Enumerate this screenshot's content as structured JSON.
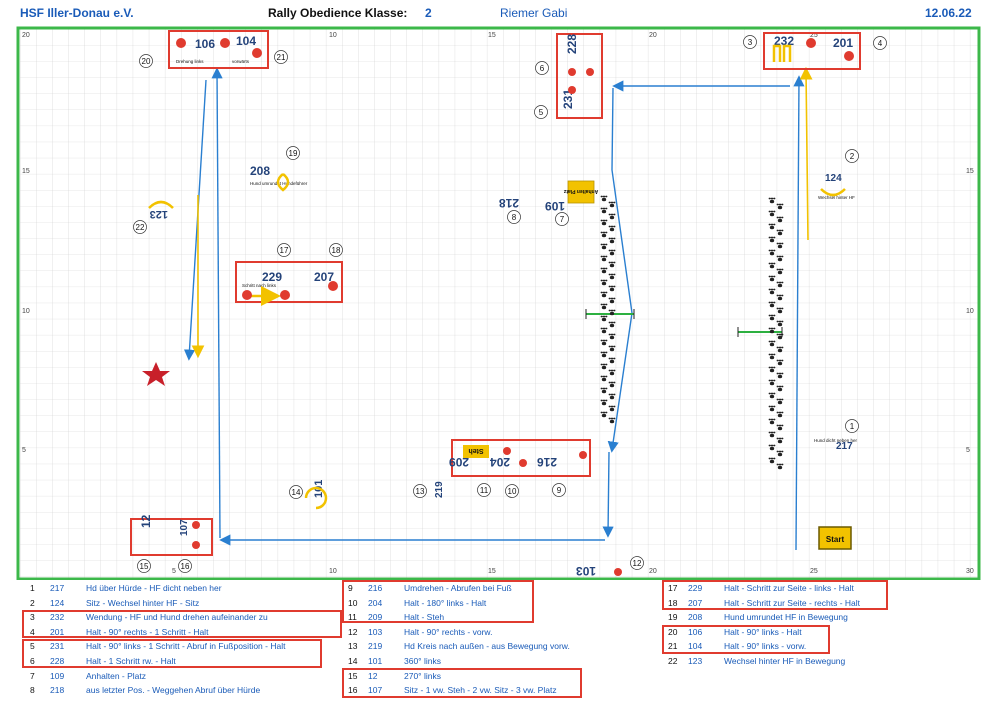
{
  "header": {
    "club": "HSF Iller-Donau e.V.",
    "title": "Rally Obedience Klasse:",
    "klasse": "2",
    "judge": "Riemer Gabi",
    "date": "12.06.22"
  },
  "grid": {
    "top_labels": [
      {
        "text": "20"
      },
      {
        "text": "10"
      },
      {
        "text": "15"
      },
      {
        "text": "20"
      },
      {
        "text": "25"
      }
    ],
    "left_labels": [
      {
        "text": "15"
      },
      {
        "text": "10"
      },
      {
        "text": "5"
      }
    ],
    "right_labels": [
      {
        "text": "15"
      },
      {
        "text": "10"
      },
      {
        "text": "5"
      }
    ],
    "bottom_labels": [
      {
        "text": "5"
      },
      {
        "text": "10"
      },
      {
        "text": "15"
      },
      {
        "text": "20"
      },
      {
        "text": "25"
      },
      {
        "text": "30"
      }
    ]
  },
  "stations": [
    {
      "num": "1"
    },
    {
      "num": "2"
    },
    {
      "num": "3"
    },
    {
      "num": "4"
    },
    {
      "num": "5"
    },
    {
      "num": "6"
    },
    {
      "num": "7"
    },
    {
      "num": "8"
    },
    {
      "num": "9"
    },
    {
      "num": "10"
    },
    {
      "num": "11"
    },
    {
      "num": "12"
    },
    {
      "num": "13"
    },
    {
      "num": "14"
    },
    {
      "num": "15"
    },
    {
      "num": "16"
    },
    {
      "num": "17"
    },
    {
      "num": "18"
    },
    {
      "num": "19"
    },
    {
      "num": "20"
    },
    {
      "num": "21"
    },
    {
      "num": "22"
    }
  ],
  "signs": {
    "s106": "106",
    "s104": "104",
    "s208": "208",
    "s229": "229",
    "s207": "207",
    "s123": "123",
    "s228": "228",
    "s231": "231",
    "s218": "218",
    "s109": "109",
    "s232": "232",
    "s201": "201",
    "s124": "124",
    "s217": "217",
    "s216": "216",
    "s204": "204",
    "s209": "209",
    "s219": "219",
    "s101": "101",
    "s12": "12",
    "s107": "107",
    "s103": "103",
    "start": "Start",
    "t_drehung_links": "Drehung links",
    "t_vorwarts": "vorwärts",
    "t_schritt_links": "Schritt nach links",
    "t_hund_umrundet": "Hund umrundet Hundeführer",
    "t_anhalten": "Anhalten Platz",
    "t_steh": "Steh",
    "t_hund_dicht": "Hund dicht neben her",
    "t_wechsel": "Wechsel hinter HF"
  },
  "legend": [
    {
      "n": "1",
      "code": "217",
      "text": "Hd über Hürde - HF dicht neben her"
    },
    {
      "n": "2",
      "code": "124",
      "text": "Sitz - Wechsel hinter HF - Sitz"
    },
    {
      "n": "3",
      "code": "232",
      "text": "Wendung - HF und Hund drehen aufeinander zu"
    },
    {
      "n": "4",
      "code": "201",
      "text": "Halt - 90° rechts - 1 Schritt - Halt"
    },
    {
      "n": "5",
      "code": "231",
      "text": "Halt - 90° links - 1 Schritt - Abruf in Fußposition - Halt"
    },
    {
      "n": "6",
      "code": "228",
      "text": "Halt - 1 Schritt rw. - Halt"
    },
    {
      "n": "7",
      "code": "109",
      "text": "Anhalten - Platz"
    },
    {
      "n": "8",
      "code": "218",
      "text": "aus letzter  Pos. - Weggehen Abruf über Hürde"
    },
    {
      "n": "9",
      "code": "216",
      "text": "Umdrehen - Abrufen bei Fuß"
    },
    {
      "n": "10",
      "code": "204",
      "text": "Halt - 180° links - Halt"
    },
    {
      "n": "11",
      "code": "209",
      "text": "Halt - Steh"
    },
    {
      "n": "12",
      "code": "103",
      "text": "Halt - 90° rechts - vorw."
    },
    {
      "n": "13",
      "code": "219",
      "text": "Hd Kreis nach außen - aus Bewegung vorw."
    },
    {
      "n": "14",
      "code": "101",
      "text": "360° links"
    },
    {
      "n": "15",
      "code": "12",
      "text": "270° links"
    },
    {
      "n": "16",
      "code": "107",
      "text": "Sitz - 1  vw. Steh - 2  vw. Sitz - 3  vw. Platz"
    },
    {
      "n": "17",
      "code": "229",
      "text": "Halt - Schritt zur Seite - links - Halt"
    },
    {
      "n": "18",
      "code": "207",
      "text": "Halt - Schritt zur Seite - rechts - Halt"
    },
    {
      "n": "19",
      "code": "208",
      "text": "Hund umrundet HF in Bewegung"
    },
    {
      "n": "20",
      "code": "106",
      "text": "Halt - 90° links - Halt"
    },
    {
      "n": "21",
      "code": "104",
      "text": "Halt - 90° links - vorw."
    },
    {
      "n": "22",
      "code": "123",
      "text": "Wechsel hinter HF in Bewegung"
    }
  ]
}
